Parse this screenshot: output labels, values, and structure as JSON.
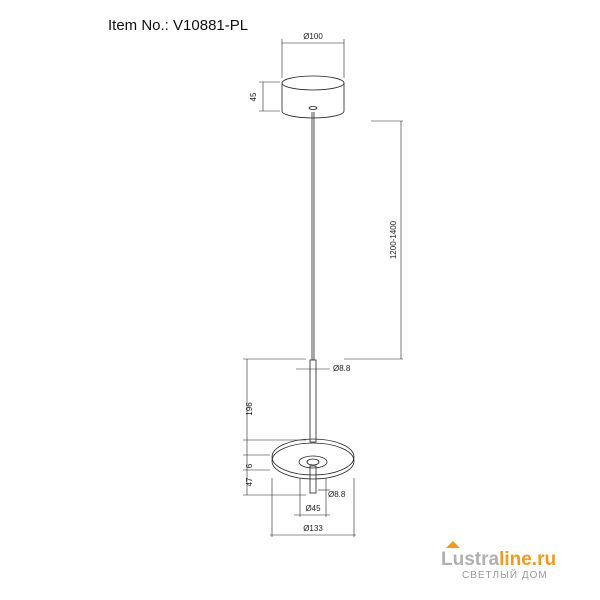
{
  "header": {
    "item_label": "Item No.:",
    "item_number": "V10881-PL"
  },
  "dimensions": {
    "canopy_diameter": "Ø100",
    "canopy_height": "45",
    "cable_length": "1200-1400",
    "tube_diameter": "Ø8.8",
    "tube_length": "196",
    "disc_thickness": "6",
    "lower_height": "47",
    "stub_diameter": "Ø8.8",
    "inner_diameter": "Ø45",
    "disc_diameter": "Ø133"
  },
  "watermark": {
    "brand_part1": "Lustra",
    "brand_part2": "line.ru",
    "tagline": "СВЕТЛЫЙ ДОМ",
    "color_gray": "#b0b0b0",
    "color_orange": "#f29a1f"
  }
}
